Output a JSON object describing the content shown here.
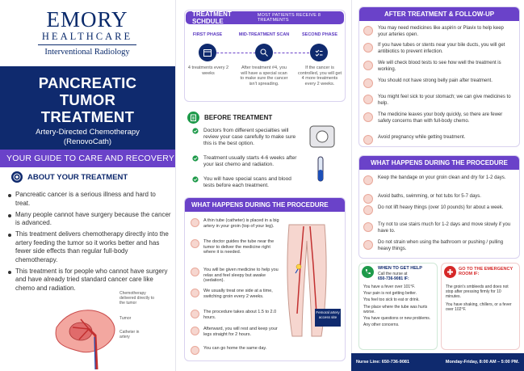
{
  "logo": {
    "name": "EMORY",
    "sub": "HEALTHCARE",
    "dept": "Interventional Radiology"
  },
  "hero": {
    "title_lines": [
      "PANCREATIC",
      "TUMOR",
      "TREATMENT"
    ],
    "subtitle_1": "Artery-Directed Chemotherapy",
    "subtitle_2": "(RenovoCath)"
  },
  "guide_banner": "YOUR GUIDE TO CARE AND RECOVERY",
  "about": {
    "heading": "ABOUT YOUR TREATMENT",
    "bullets": [
      "Pancreatic cancer is a serious illness and hard to treat.",
      "Many people cannot have surgery because the cancer is advanced.",
      "This treatment delivers chemotherapy directly into the artery feeding the tumor so it works better and has fewer side effects than regular full-body chemotherapy.",
      "This treatment is for people who cannot have surgery and have already tried standard cancer care like chemo and radiation."
    ],
    "fig_caption_chemo": "Chemotherapy delivered directly to the tumor",
    "fig_caption_tumor": "Tumor",
    "fig_caption_catheter": "Catheter in artery"
  },
  "schedule": {
    "title": "TREATMENT SCHDULE",
    "subtitle": "MOST PATIENTS RECEIVE 8 TREATMENTS",
    "phases": [
      {
        "label": "FIRST PHASE",
        "desc": "4 treatments every 2 weeks"
      },
      {
        "label": "MID-TREATMENT SCAN",
        "desc": "After treatment #4, you will have a special scan to make sure the cancer isn't spreading."
      },
      {
        "label": "SECOND PHASE",
        "desc": "If the cancer is controlled, you will get 4 more treatments every 2 weeks."
      }
    ]
  },
  "before": {
    "heading": "BEFORE TREATMENT",
    "items": [
      "Doctors from different specialties will review your case carefully to make sure this is the best option.",
      "Treatment usually starts 4-6 weeks after your last chemo and radiation.",
      "You will have special scans and blood tests before each treatment."
    ]
  },
  "procedure": {
    "heading": "WHAT HAPPENS DURING THE PROCEDURE",
    "steps": [
      "A thin tube (catheter) is placed in a big artery in your groin (top of your leg).",
      "The doctor guides the tube near the tumor to deliver the medicine right where it is needed.",
      "You will be given medicine to help you relax and feel sleepy but awake (sedation).",
      "We usually treat one side at a time, switching groin every 2 weeks.",
      "The procedure takes about 1.5 to 2.0 hours.",
      "Afterward, you will rest and keep your legs straight for 2 hours.",
      "You can go home the same day."
    ],
    "fig_label": "Femoral artery access site"
  },
  "after": {
    "heading": "AFTER TREATMENT & FOLLOW-UP",
    "items": [
      "You may need medicines like aspirin or Plavix to help keep your arteries open.",
      "If you have tubes or stents near your bile ducts, you will get antibiotics to prevent infection.",
      "We will check blood tests to see how well the treatment is working.",
      "You should not have strong belly pain after treatment.",
      "You might feel sick to your stomach; we can give medicines to help.",
      "The medicine leaves your body quickly, so there are fewer safety concerns than with full-body chemo.",
      "Avoid pregnancy while getting treatment."
    ]
  },
  "recovery": {
    "heading": "WHAT HAPPENS DURING THE PROCEDURE",
    "items": [
      "Keep the bandage on your groin clean and dry for 1-2 days.",
      "Avoid baths, swimming, or hot tubs for 5-7 days.",
      "Do not lift heavy things (over 10 pounds) for about a week.",
      "Try not to use stairs much for 1-2 days and move slowly if you have to.",
      "Do not strain when using the bathroom or pushing / pulling heavy things."
    ]
  },
  "help": {
    "heading": "WHEN TO GET HELP",
    "call_line": "Call the nurse at",
    "phone": "650-736-9081 IF:",
    "items": [
      "You have a fever over 101°F.",
      "Your pain is not getting better.",
      "You feel too sick to eat or drink.",
      "The place where the tube was hurts worse.",
      "You have questions or new problems.",
      "Any other concerns."
    ]
  },
  "er": {
    "heading": "GO TO THE EMERGENCY ROOM IF:",
    "items": [
      "The groin's smbleeds and does not stop after pressing firmly for 10 minutes.",
      "You have shaking, chillers, or a fever over 102°F."
    ],
    "highlight": "10 minutes"
  },
  "footer": {
    "nurse": "Nurse Line: 650-736-9081",
    "hours": "Monday-Friday, 8:00 AM – 5:00 PM."
  },
  "colors": {
    "navy": "#0f2a6e",
    "purple": "#6a42c9",
    "green": "#1e9a4a",
    "red": "#d62828"
  }
}
